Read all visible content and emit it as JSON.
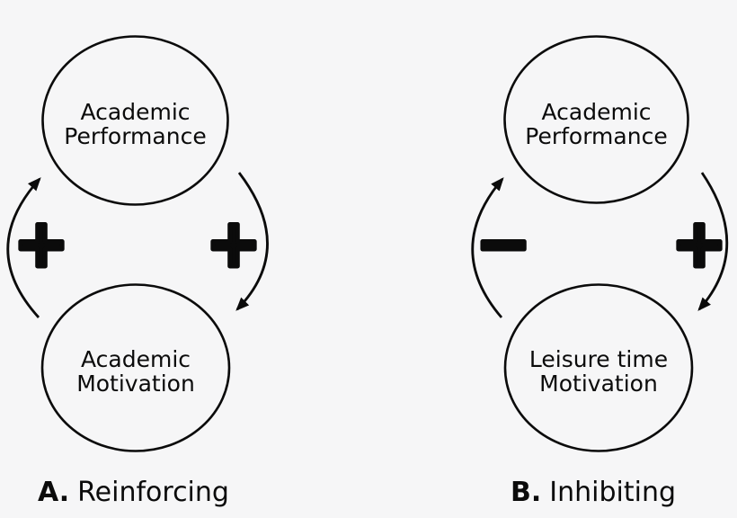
{
  "background_color": "#f6f6f7",
  "ink_color": "#0b0b0b",
  "diagrams": [
    {
      "caption_prefix": "A.",
      "caption_label": "Reinforcing",
      "top_node": {
        "line1": "Academic",
        "line2": "Performance"
      },
      "bottom_node": {
        "line1": "Academic",
        "line2": "Motivation"
      },
      "left_arrow_polarity": "+",
      "right_arrow_polarity": "+"
    },
    {
      "caption_prefix": "B.",
      "caption_label": "Inhibiting",
      "top_node": {
        "line1": "Academic",
        "line2": "Performance"
      },
      "bottom_node": {
        "line1": "Leisure time",
        "line2": "Motivation"
      },
      "left_arrow_polarity": "−",
      "right_arrow_polarity": "+"
    }
  ]
}
